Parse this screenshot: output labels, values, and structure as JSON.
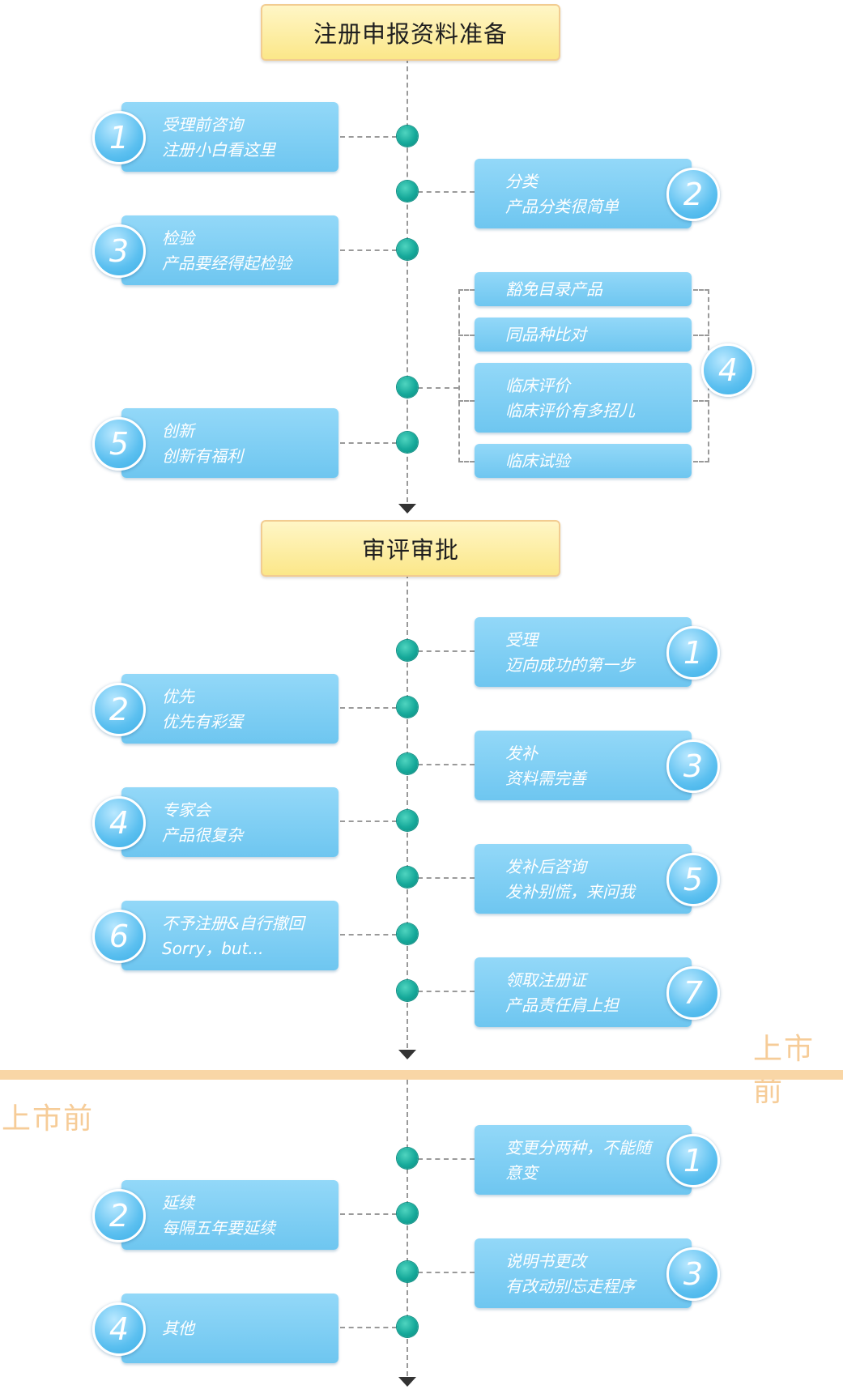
{
  "sections": {
    "prep_title": "注册申报资料准备",
    "review_title": "审评审批"
  },
  "prep": {
    "s1": {
      "num": "1",
      "l1": "受理前咨询",
      "l2": "注册小白看这里"
    },
    "s2": {
      "num": "2",
      "l1": "分类",
      "l2": "产品分类很简单"
    },
    "s3": {
      "num": "3",
      "l1": "检验",
      "l2": "产品要经得起检验"
    },
    "s4": {
      "num": "4",
      "items": [
        "豁免目录产品",
        "同品种比对",
        "临床评价",
        "临床评价有多招儿",
        "临床试验"
      ]
    },
    "s5": {
      "num": "5",
      "l1": "创新",
      "l2": "创新有福利"
    }
  },
  "review": {
    "s1": {
      "num": "1",
      "l1": "受理",
      "l2": "迈向成功的第一步"
    },
    "s2": {
      "num": "2",
      "l1": "优先",
      "l2": "优先有彩蛋"
    },
    "s3": {
      "num": "3",
      "l1": "发补",
      "l2": "资料需完善"
    },
    "s4": {
      "num": "4",
      "l1": "专家会",
      "l2": "产品很复杂"
    },
    "s5": {
      "num": "5",
      "l1": "发补后咨询",
      "l2": "发补别慌，来问我"
    },
    "s6": {
      "num": "6",
      "l1": "不予注册&自行撤回",
      "l2": "Sorry，but..."
    },
    "s7": {
      "num": "7",
      "l1": "领取注册证",
      "l2": "产品责任肩上担"
    }
  },
  "divider": {
    "above": "上市前",
    "below": "上市前"
  },
  "post": {
    "s1": {
      "num": "1",
      "l1": "变更分两种，不能随",
      "l2": "意变"
    },
    "s2": {
      "num": "2",
      "l1": "延续",
      "l2": "每隔五年要延续"
    },
    "s3": {
      "num": "3",
      "l1": "说明书更改",
      "l2": "有改动别忘走程序"
    },
    "s4": {
      "num": "4",
      "l1": "其他"
    }
  },
  "colors": {
    "card": "#7ccbf2",
    "node": "#16a99a",
    "header": "#fbe789",
    "divider": "#f9d6a6",
    "market_text": "#f6cc98"
  }
}
